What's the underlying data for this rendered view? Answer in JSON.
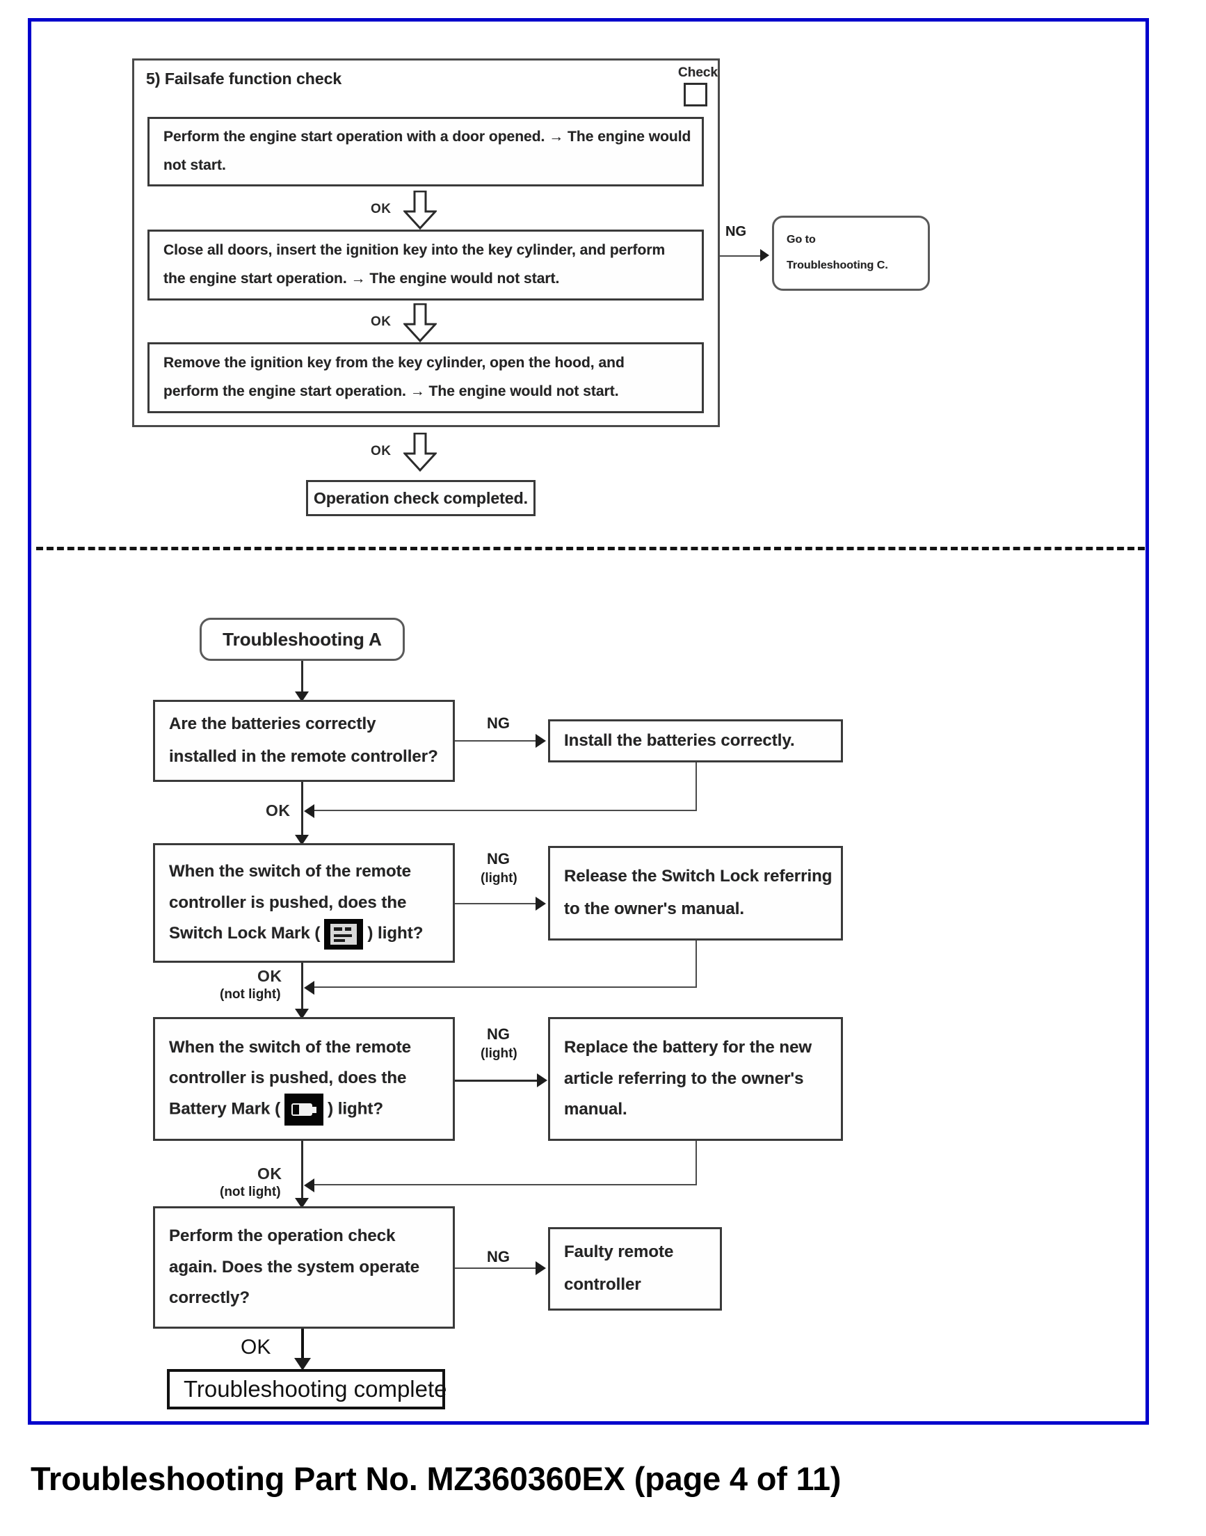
{
  "document": {
    "footer_caption": "Troubleshooting Part No. MZ360360EX (page 4 of 11)",
    "border_color": "#0000cc"
  },
  "failsafe_section": {
    "heading": "5) Failsafe function check",
    "check_label": "Check",
    "steps": [
      {
        "line1": "Perform the engine start operation with a door opened. → The engine would",
        "line2": "not start."
      },
      {
        "line1": "Close all doors, insert the ignition key into the key cylinder, and perform",
        "line2": "the engine start operation. → The engine would not start."
      },
      {
        "line1": "Remove the ignition key from the key cylinder, open the hood, and",
        "line2": "perform the engine start operation. → The engine would not start."
      }
    ],
    "ok_label_1": "OK",
    "ok_label_2": "OK",
    "ok_label_3": "OK",
    "ng_label": "NG",
    "goto_box": {
      "line1": "Go to",
      "line2": "Troubleshooting C."
    },
    "completed_box": "Operation check completed."
  },
  "troubleshooting_a": {
    "start_label": "Troubleshooting A",
    "step1": {
      "question_line1": "Are the batteries correctly",
      "question_line2": "installed in the remote controller?",
      "ng_label": "NG",
      "ok_label": "OK",
      "action": "Install the batteries correctly."
    },
    "step2": {
      "question_line1": "When the switch of the remote",
      "question_line2": "controller is pushed, does the",
      "question_line3_pre": "Switch Lock Mark (",
      "question_line3_post": ") light?",
      "mark_name": "switch-lock-mark",
      "ng_label": "NG",
      "ng_sub": "(light)",
      "ok_label": "OK",
      "ok_sub": "(not light)",
      "action_line1": "Release the Switch Lock referring",
      "action_line2": "to the owner's manual."
    },
    "step3": {
      "question_line1": "When the switch of the remote",
      "question_line2": "controller is pushed, does the",
      "question_line3_pre": "Battery Mark (",
      "question_line3_post": ") light?",
      "mark_name": "battery-mark",
      "ng_label": "NG",
      "ng_sub": "(light)",
      "ok_label": "OK",
      "ok_sub": "(not light)",
      "action_line1": "Replace the battery for the new",
      "action_line2": "article referring to the owner's",
      "action_line3": "manual."
    },
    "step4": {
      "question_line1": "Perform the operation check",
      "question_line2": "again. Does the system operate",
      "question_line3": "correctly?",
      "ng_label": "NG",
      "ok_label": "OK",
      "action_line1": "Faulty remote",
      "action_line2": "controller"
    },
    "complete_box": "Troubleshooting complete"
  }
}
